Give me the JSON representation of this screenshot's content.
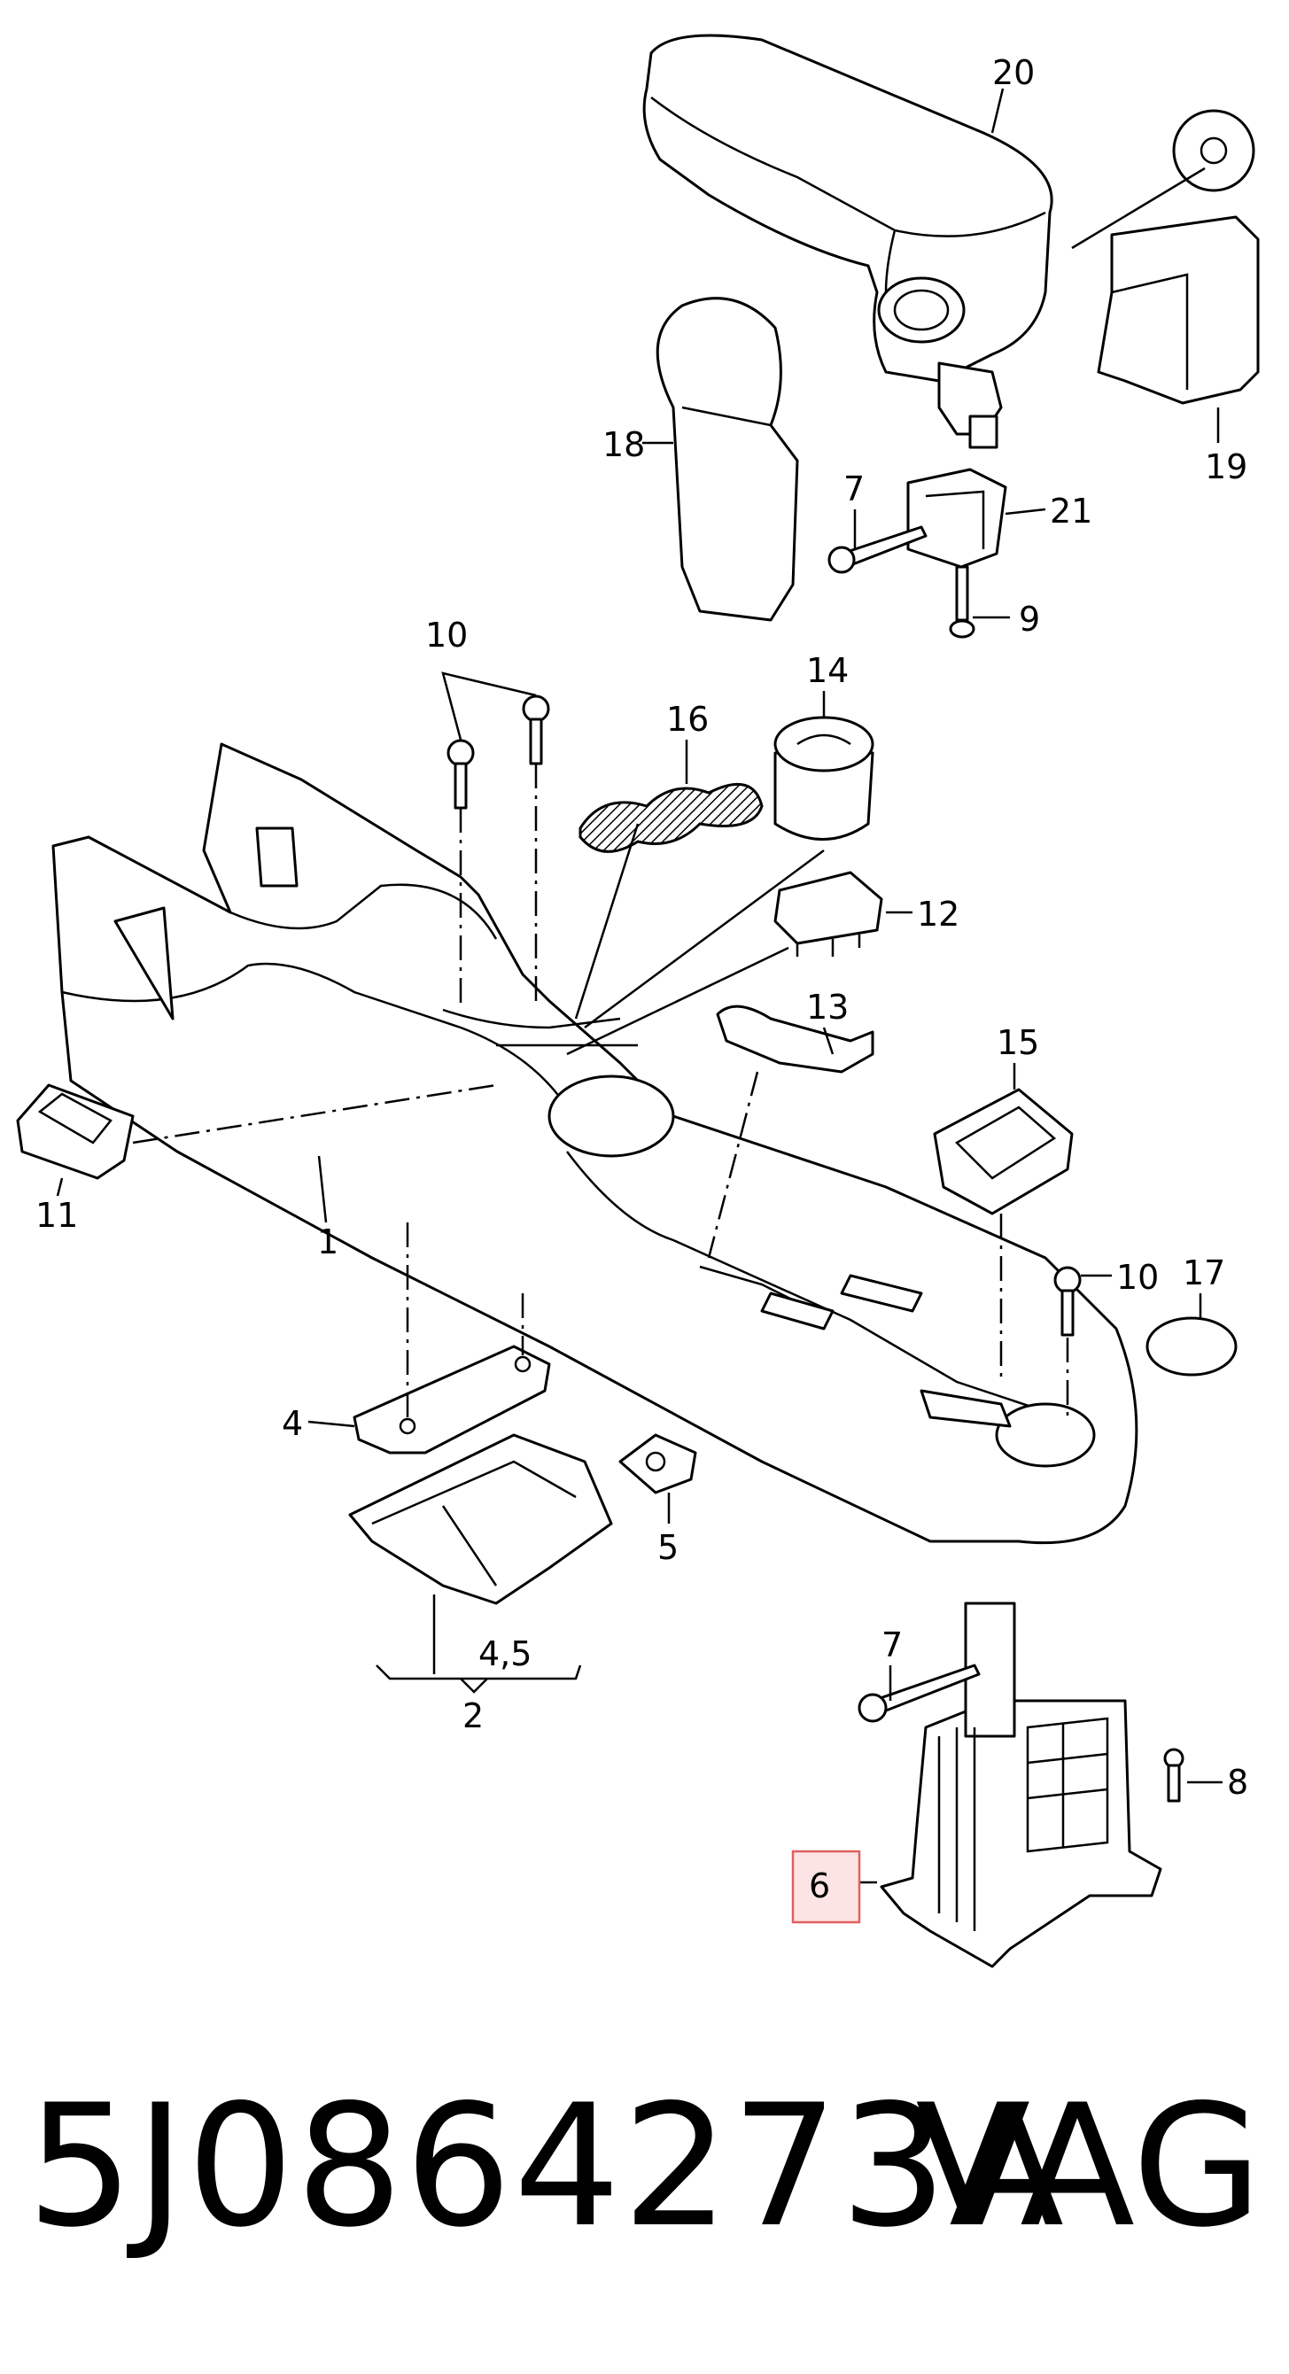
{
  "callouts": {
    "c1": "1",
    "c2": "2",
    "c4": "4",
    "c45": "4,5",
    "c5": "5",
    "c6": "6",
    "c7a": "7",
    "c7b": "7",
    "c8": "8",
    "c9": "9",
    "c10a": "10",
    "c10b": "10",
    "c11": "11",
    "c12": "12",
    "c13": "13",
    "c14": "14",
    "c15": "15",
    "c16": "16",
    "c17": "17",
    "c18": "18",
    "c19": "19",
    "c20": "20",
    "c21": "21"
  },
  "highlight": {
    "callout": "6",
    "color": "#ff0000"
  },
  "footer": {
    "part_number": "5J0864273A",
    "brand": "VAG"
  }
}
